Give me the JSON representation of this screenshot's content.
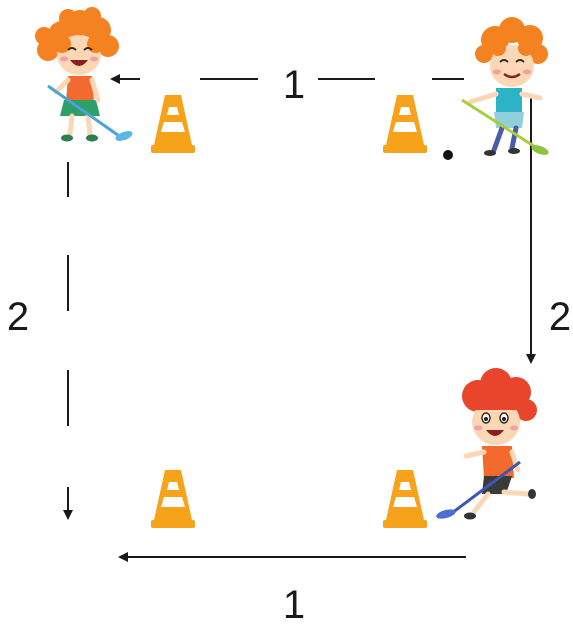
{
  "diagram": {
    "labels": {
      "top_path": "1",
      "right_path": "2",
      "bottom_path": "1",
      "left_path": "2"
    },
    "figures": [
      {
        "name": "girl-with-floorball-stick",
        "position": "top-left"
      },
      {
        "name": "boy-with-floorball-stick",
        "position": "top-right"
      },
      {
        "name": "boy-running-with-stick",
        "position": "bottom-right"
      }
    ],
    "objects": [
      "traffic-cone",
      "traffic-cone",
      "traffic-cone",
      "traffic-cone",
      "ball"
    ],
    "colors": {
      "cone_orange": "#F7A21B",
      "cone_stripe": "#FFFFFF",
      "arrow": "#1a1a1a",
      "hair_orange": "#F58220",
      "hair_red": "#E8452C"
    }
  }
}
